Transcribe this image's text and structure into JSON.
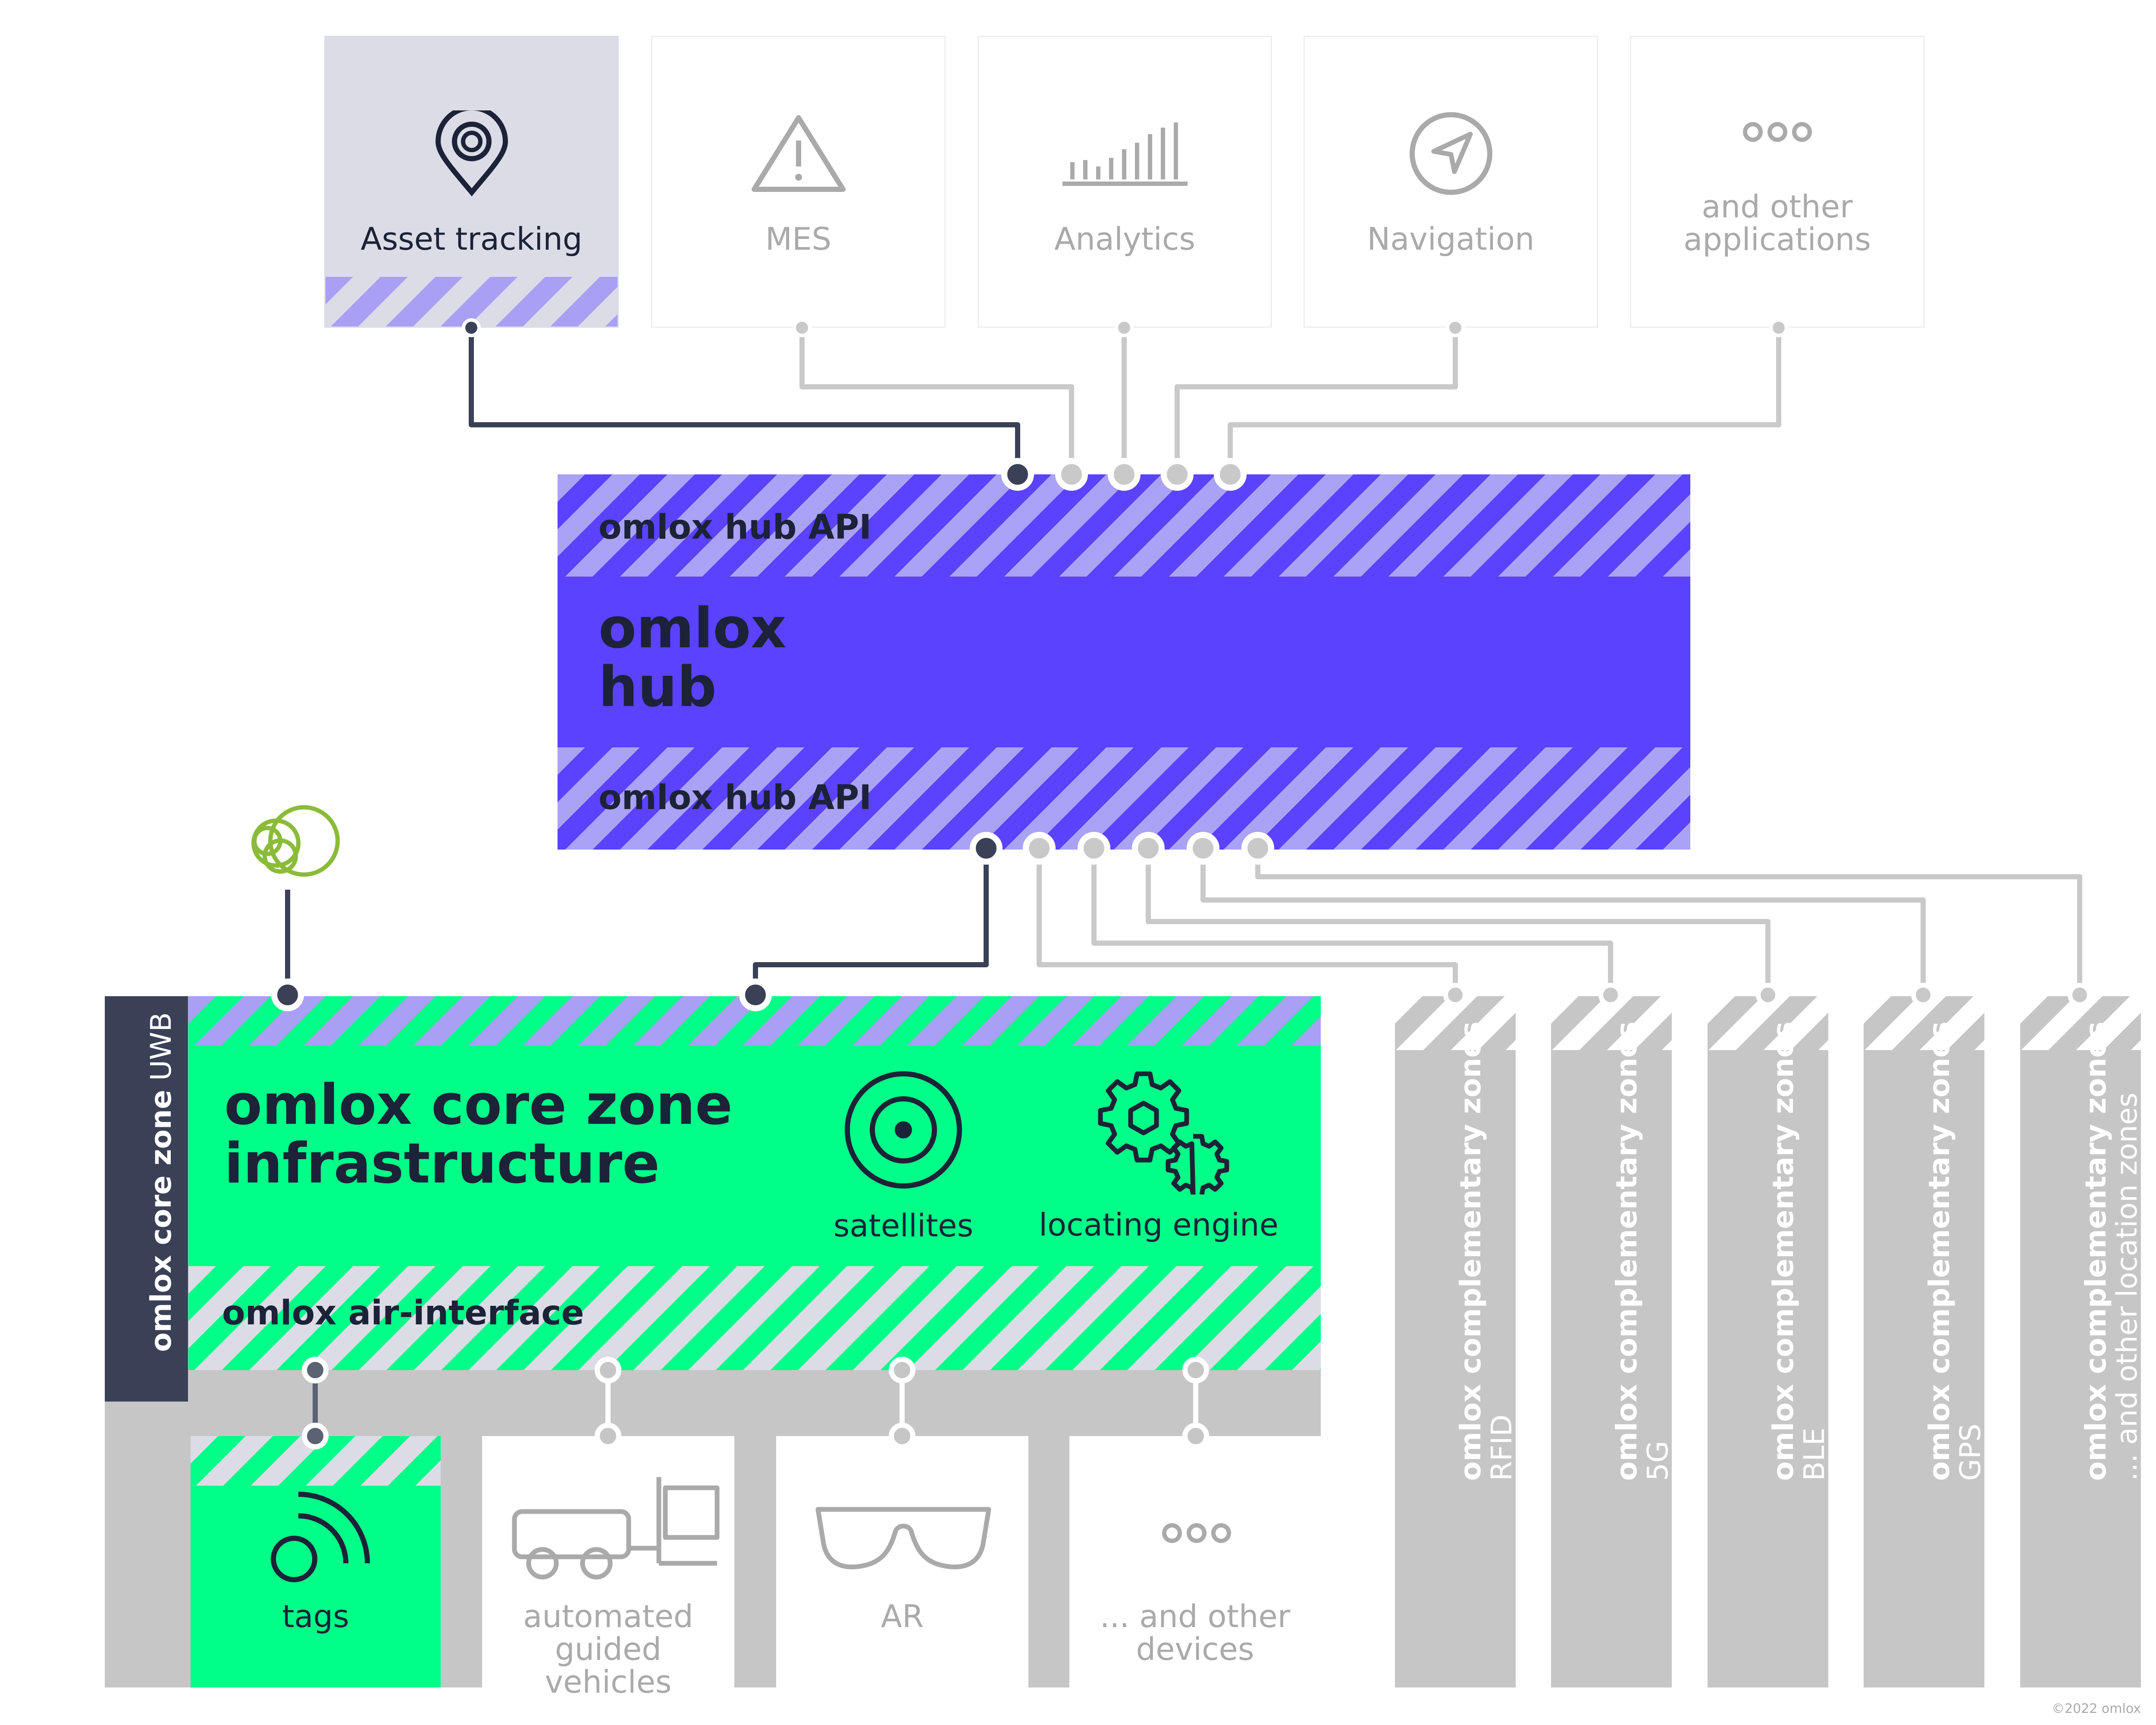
{
  "applications": [
    {
      "label": "Asset tracking",
      "icon": "location-pin-icon",
      "active": true
    },
    {
      "label": "MES",
      "icon": "warning-triangle-icon",
      "active": false
    },
    {
      "label": "Analytics",
      "icon": "bar-chart-icon",
      "active": false
    },
    {
      "label": "Navigation",
      "icon": "navigation-arrow-icon",
      "active": false
    },
    {
      "label": "and other applications",
      "icon": "more-dots-icon",
      "active": false
    }
  ],
  "hub": {
    "api_top": "omlox hub API",
    "title_line1": "omlox",
    "title_line2": "hub",
    "api_bottom": "omlox hub API"
  },
  "core_zone": {
    "side_label_bold": "omlox core zone",
    "side_label_light": "UWB",
    "title_line1": "omlox core zone",
    "title_line2": "infrastructure",
    "satellites": "satellites",
    "locating_engine": "locating engine",
    "air_interface": "omlox air-interface"
  },
  "devices": [
    {
      "label": "tags",
      "icon": "tag-signal-icon"
    },
    {
      "label": "automated guided vehicles",
      "icon": "forklift-icon"
    },
    {
      "label": "AR",
      "icon": "ar-glasses-icon"
    },
    {
      "label": "... and other devices",
      "icon": "more-dots-icon"
    }
  ],
  "complementary_zones": [
    {
      "bold": "omlox complementary zones",
      "light": "RFID"
    },
    {
      "bold": "omlox complementary zones",
      "light": "5G"
    },
    {
      "bold": "omlox complementary zones",
      "light": "BLE"
    },
    {
      "bold": "omlox complementary zones",
      "light": "GPS"
    },
    {
      "bold": "omlox complementary zones",
      "light": "... and other location zones"
    }
  ],
  "copyright": "©2022 omlox",
  "colors": {
    "hub_purple": "#5a42ff",
    "light_purple": "#aaa2f4",
    "green": "#00ff88",
    "navy": "#1c2238",
    "grey": "#c6c6c6",
    "light_grey_text": "#aaaaaa",
    "logo_green": "#8bbb3a"
  }
}
